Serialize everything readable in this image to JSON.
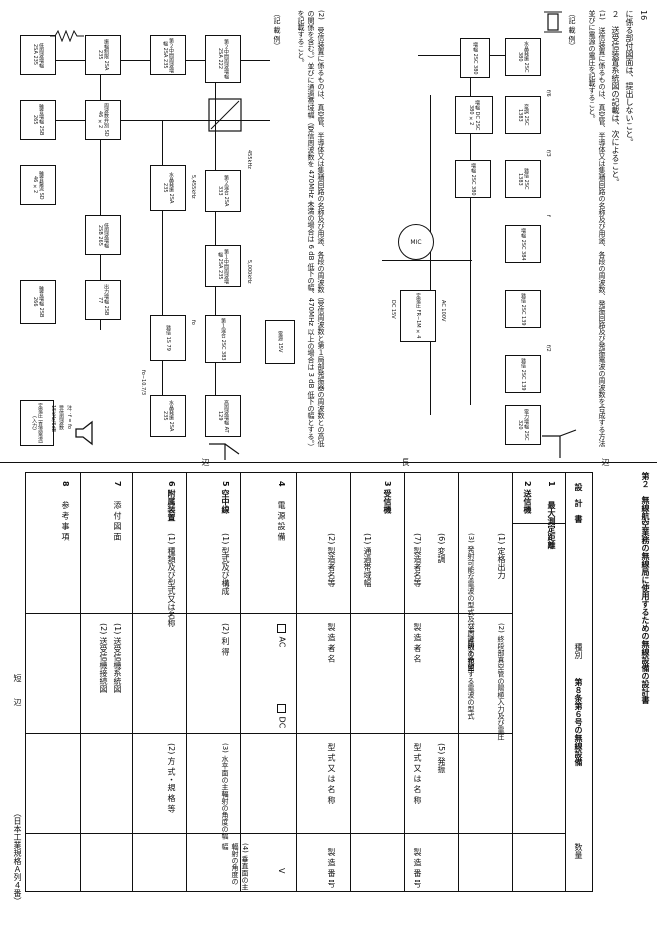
{
  "upper_text": {
    "page_number": "16",
    "intro_line": "に係る部付図面は、提出しないこと。",
    "item_2": "２　送受信装置系統図の記載は、次によること。",
    "item_2_1": "(1)　送信装置に係るものは、真空管、半導体又は集積回路の名称及び用途、各段の周波数、発振回路及び発振電波の周波数を合成する方法並びに電源の電圧を記載すること。",
    "example_1": "（記 載 例）",
    "item_2_2": "(2)　受信装置に係るものは、真空管、半導体又は集積回路の名称及び用途、各段の周波数（受信周波数と第１局部発振器の周波数との高低の関係を含む。）並びに通過帯域幅（受信周波数を 470MHz 未満の場合は 6 dB 低下の幅、470MHz 以上の場合は 3 dB 低下の幅とする。）を記載すること。",
    "example_2": "（記 載 例）"
  },
  "tx_diagram": {
    "blocks": [
      {
        "label": "水晶発振\n2SC 380"
      },
      {
        "label": "変調\n2SC 1383"
      },
      {
        "label": "逓倍\n2SC 1383"
      },
      {
        "label": "増幅\n2SC 384"
      },
      {
        "label": "逓倍\n2SC 139"
      },
      {
        "label": "逓倍\n2SC 139"
      },
      {
        "label": "電力増幅\n2SC 320"
      },
      {
        "label": "増幅\n2SC 380"
      },
      {
        "label": "増幅 DC\n2SC 380 ×2"
      },
      {
        "label": "増幅\n2SC 380"
      },
      {
        "label": "定電圧\nFR−1M ×4"
      }
    ],
    "mic_label": "MIC",
    "labels": [
      "f",
      "f/6",
      "f/3",
      "f",
      "f/2",
      "DC 15V",
      "AC 100V",
      "15V"
    ],
    "xtal": "水晶"
  },
  "rx_diagram": {
    "blocks": [
      {
        "label": "高周波増幅\nAT 129"
      },
      {
        "label": "第１混合\n2SC 383"
      },
      {
        "label": "第１中間周波増幅\n2SA 235"
      },
      {
        "label": "第２混合\n2SA 333"
      },
      {
        "label": "第２中間周波増幅\n2SA 222"
      },
      {
        "label": "第２中間周波増幅\n2SA 235"
      },
      {
        "label": "振幅制限\n2SA 235"
      },
      {
        "label": "周波数弁別\nSD 46 ×2"
      },
      {
        "label": "低周波増幅\n2SB 265"
      },
      {
        "label": "出力増幅\n2SB 77"
      },
      {
        "label": "低周波増幅\n2SA 235"
      },
      {
        "label": "雑音増幅\n2SB 265"
      },
      {
        "label": "雑音増幅\n2SB 266"
      },
      {
        "label": "雑音整流\nSD 46 ×2"
      },
      {
        "label": "水晶発振\n2SA 235"
      },
      {
        "label": "逓倍\n1S 79"
      },
      {
        "label": "水晶発振\n2SA 235"
      },
      {
        "label": "電源\n15V"
      },
      {
        "label": "定電圧\n(直流電流)\n(入力)"
      }
    ],
    "labels": [
      "455kHz",
      "5,000kHz",
      "5,455kHz",
      "fo",
      "fo−10.7/3",
      "注：f = fo",
      "受信周波数",
      "15kHz/6dB"
    ]
  },
  "form": {
    "header_title": "第２　無線航空業務の無線局に使用するための無線設備の設計書",
    "type_label": "種別",
    "type_value": "第８条第６号の無線設備",
    "count_label": "数量",
    "design_label": "設　計　書",
    "rows": [
      {
        "num": "1",
        "label": "最大測定距離"
      },
      {
        "num": "2 送信機",
        "label": "(1) 定格出力",
        "sub2": "(2) 終段部真空管の陽極入力及び電圧"
      },
      {
        "num": "",
        "label": "(3) 発射可能な電波の型式及び周波数の範囲",
        "sub2": "(4) 証明を希望する電波の型式"
      },
      {
        "num": "",
        "label": "(6) 変調",
        "sub2": "(5) 発振"
      },
      {
        "num": "",
        "label": "(7) 製造者名等",
        "mfr": "製 造 者 名",
        "model": "型 式 又 は 名 称",
        "serial": "製 造 番 号"
      },
      {
        "num": "3 受信機",
        "label": "(1) 通過帯域幅"
      },
      {
        "num": "",
        "label": "(2) 製造者名等",
        "mfr": "製 造 者 名",
        "model": "型 式 又 は 名 称",
        "serial": "製 造 番 号"
      },
      {
        "num": "4",
        "label": "電 源 設 備",
        "ac": "AC",
        "dc": "DC",
        "v": "V"
      },
      {
        "num": "5 空中線",
        "label": "(1) 型式及び構成",
        "sub2": "(2) 利 得",
        "sub3": "(3) 水平面の主輻射の角度の幅",
        "sub4": "(4) 垂直面の主輻射の角度の幅"
      },
      {
        "num": "6 附属装置",
        "label": "(1) 種類及び型式又は名称",
        "sub2": "(2) 方 式・規 格 等"
      },
      {
        "num": "7",
        "label": "添 付 図 面",
        "item1": "(1) 送受信機系統図",
        "item2": "(2) 送受信機接続図"
      },
      {
        "num": "8",
        "label": "参 考 事 項"
      }
    ],
    "side_label_top": "辺",
    "side_label_mid": "長",
    "side_label_bottom": "辺",
    "short_edge": "短　　辺",
    "footer_note": "（日本工業規格Ａ列４番）"
  }
}
